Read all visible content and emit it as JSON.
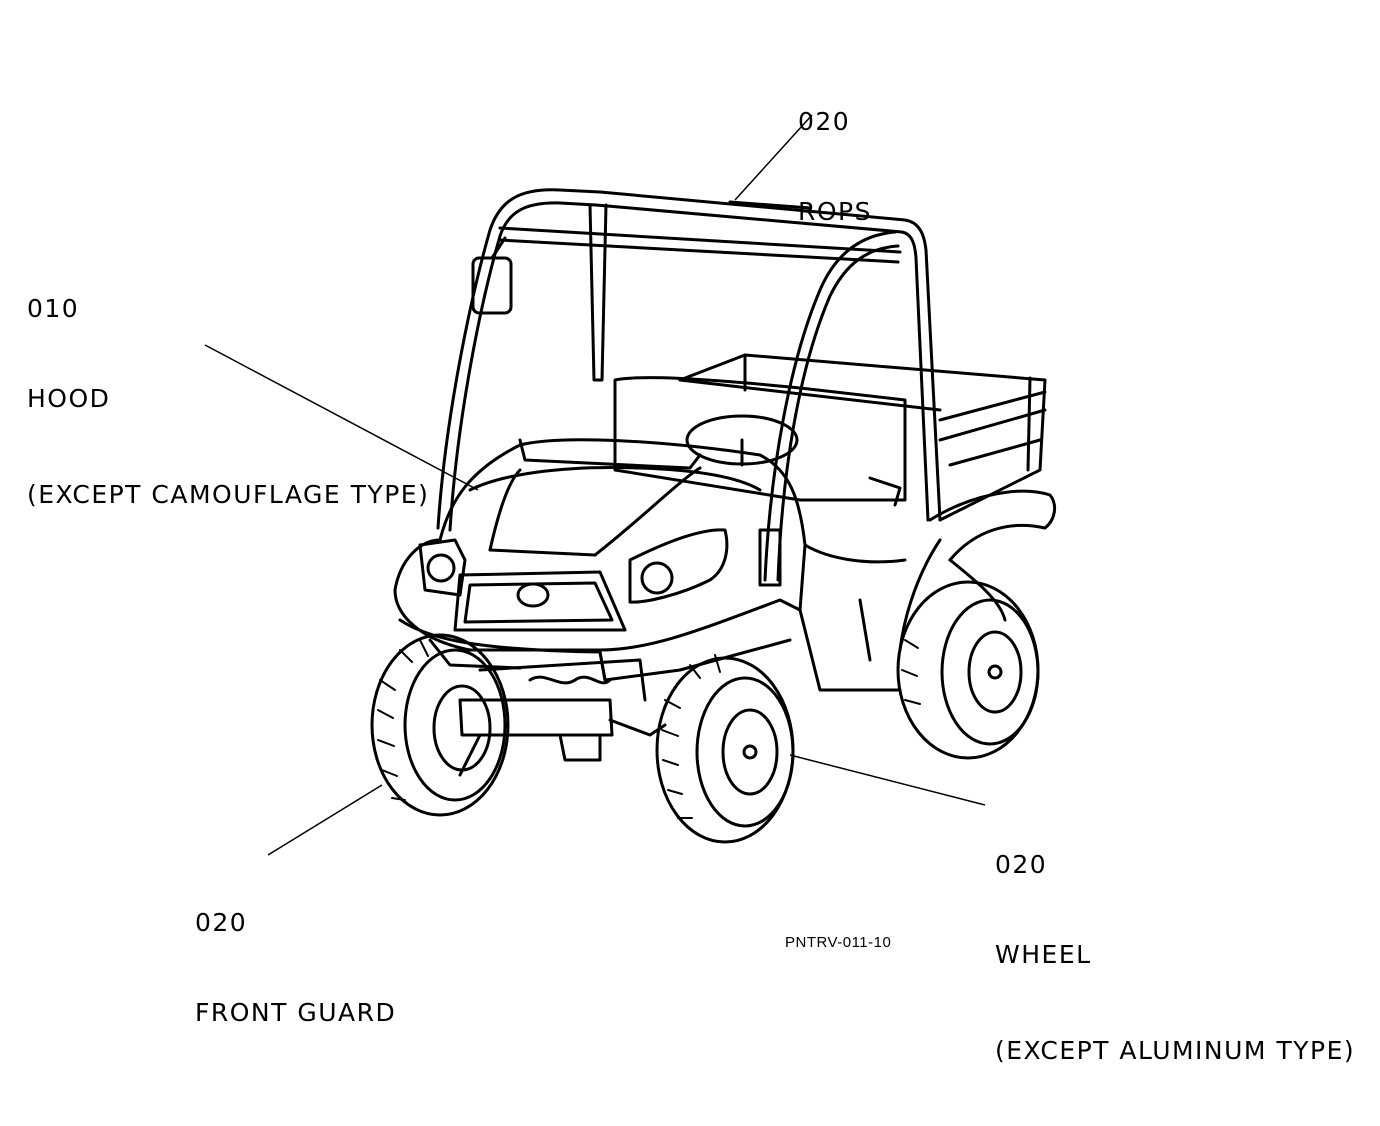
{
  "callouts": {
    "rops": {
      "num": "020",
      "name": "ROPS"
    },
    "hood": {
      "num": "010",
      "name": "HOOD",
      "note": "(EXCEPT CAMOUFLAGE TYPE)"
    },
    "front_guard": {
      "num": "020",
      "name": "FRONT GUARD"
    },
    "wheel": {
      "num": "020",
      "name": "WHEEL",
      "note": "(EXCEPT ALUMINUM TYPE)"
    }
  },
  "figure_code": "PNTRV-011-10"
}
